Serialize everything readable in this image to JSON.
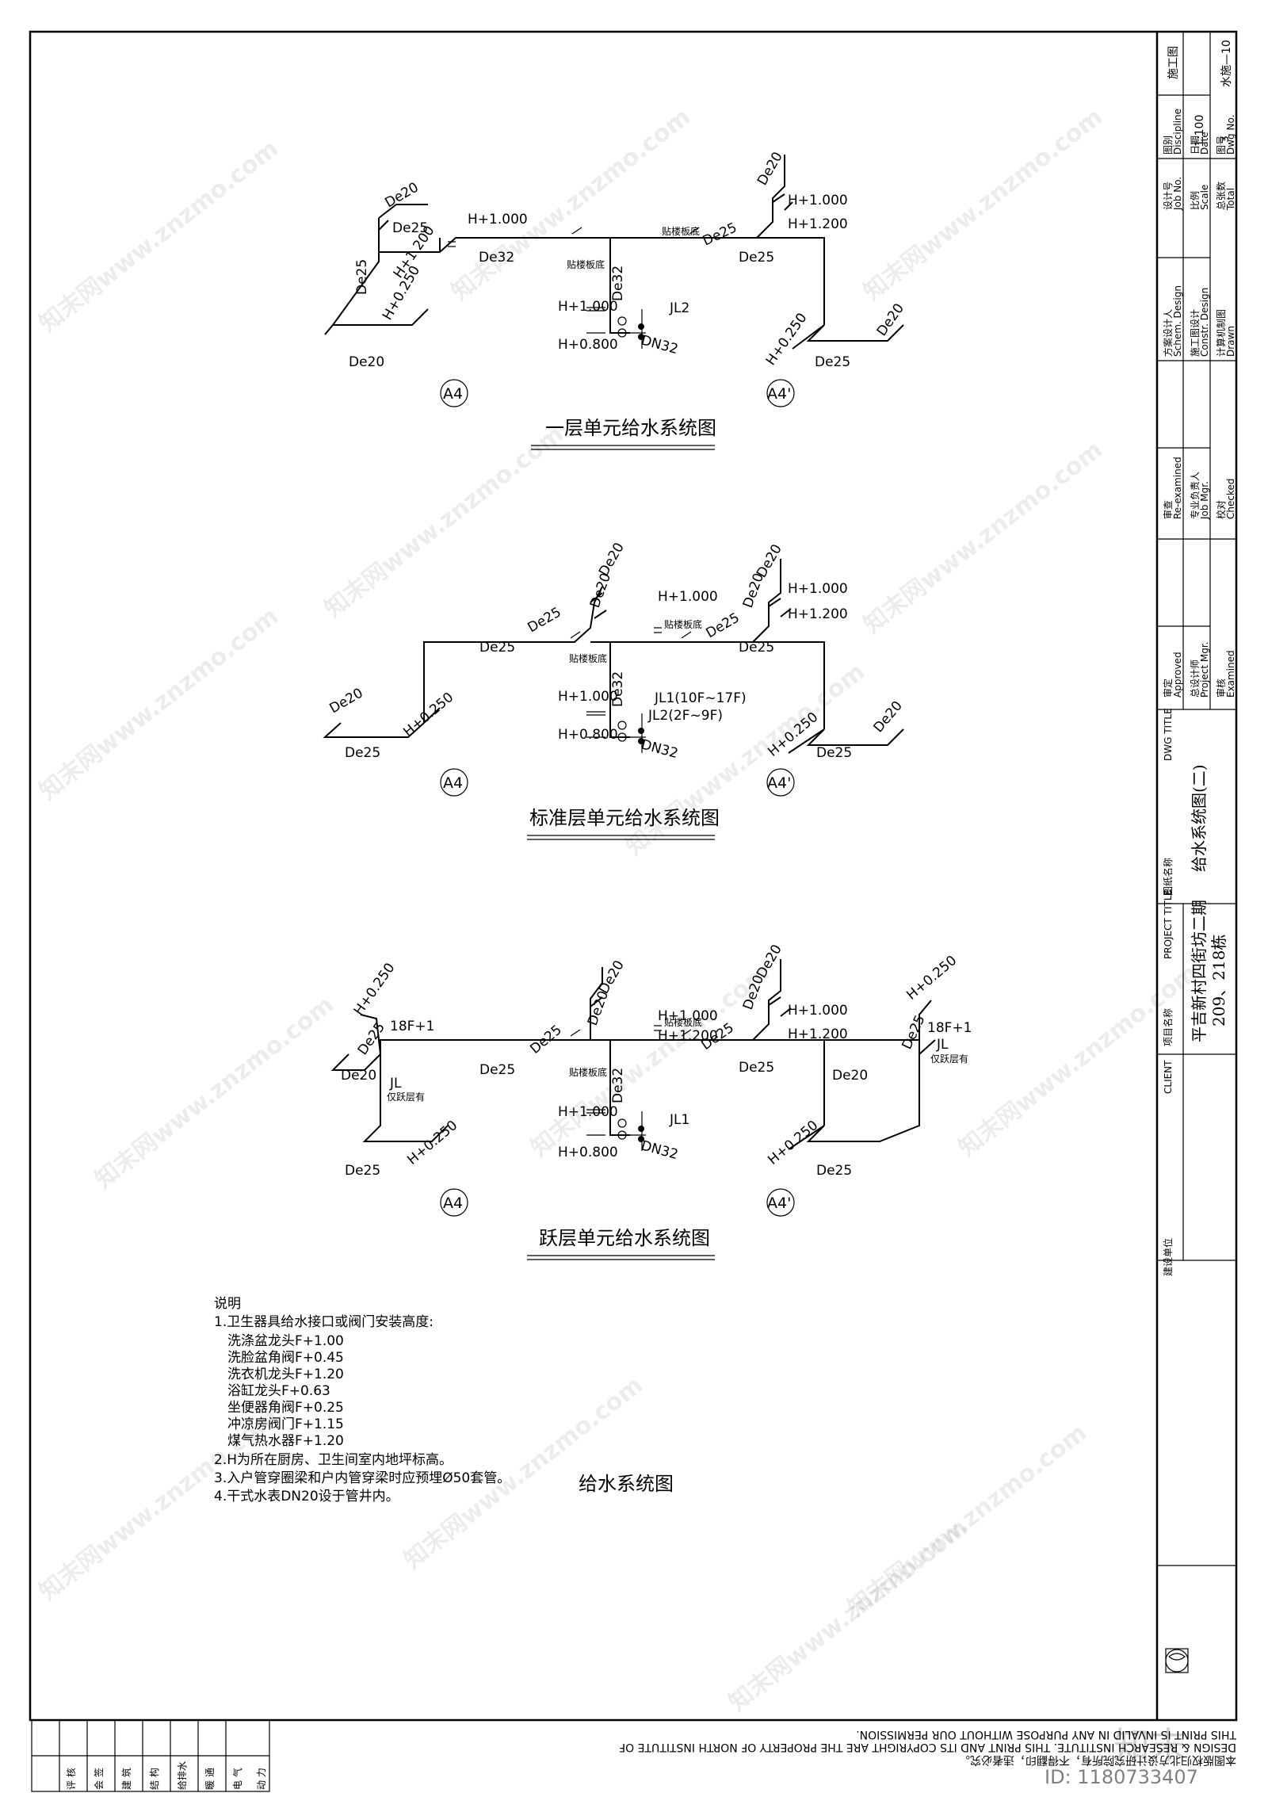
{
  "diagrams": [
    {
      "title": "一层单元给水系统图",
      "labels": {
        "de20_top": "De20",
        "de25_a": "De25",
        "h1000_a": "H+1.000",
        "h1200_a": "H+1.200",
        "de32_main": "De32",
        "de25_left_vert": "De25",
        "h0250_left": "H+0.250",
        "de20_bottom": "De20",
        "tie_ban_left": "贴楼板底",
        "de32_riser": "De32",
        "h1000_riser": "H+1.000",
        "h0800_riser": "H+0.800",
        "jl": "JL2",
        "dn": "DN32",
        "tie_ban_right": "贴楼板底",
        "de25_b": "De25",
        "de20_r_top": "De20",
        "h1000_b": "H+1.000",
        "h1200_b": "H+1.200",
        "de25_right_main": "De25",
        "h0250_right": "H+0.250",
        "de20_right": "De20",
        "de25_bottom_right": "De25"
      },
      "axis_left": "A4",
      "axis_right": "A4'"
    },
    {
      "title": "标准层单元给水系统图",
      "labels": {
        "de25_main_left": "De25",
        "de25_diag": "De25",
        "de20_top": "De20",
        "de20_mid": "De20",
        "h1000_a": "H+1.000",
        "tie_ban_left": "贴楼板底",
        "tie_ban_right": "贴楼板底",
        "de25_b": "De25",
        "de20_r_top": "De20",
        "de20_r_mid": "De20",
        "h1000_b": "H+1.000",
        "h1200_b": "H+1.200",
        "de25_right_main": "De25",
        "de32_riser": "De32",
        "h1000_riser": "H+1.000",
        "h0800_riser": "H+0.800",
        "jl1": "JL1(10F~17F)",
        "jl2": "JL2(2F~9F)",
        "dn": "DN32",
        "de20_left": "De20",
        "h0250_left": "H+0.250",
        "de25_bottom_left": "De25",
        "h0250_right": "H+0.250",
        "de20_right": "De20",
        "de25_bottom_right": "De25"
      },
      "axis_left": "A4",
      "axis_right": "A4'"
    },
    {
      "title": "跃层单元给水系统图",
      "labels": {
        "h0250_top_left": "H+0.250",
        "de25_left_vert": "De25",
        "f18_left": "18F+1",
        "de20_left": "De20",
        "jl_left": "JL",
        "only_left": "仅跃层有",
        "de25_main_left": "De25",
        "de25_diag": "De25",
        "de20_top": "De20",
        "de20_mid": "De20",
        "h1000_a": "H+1.000",
        "h1200_a": "H+1.200",
        "tie_ban_left": "贴楼板底",
        "tie_ban_right": "贴楼板底",
        "de25_b": "De25",
        "de20_r_top": "De20",
        "de20_r_mid": "De20",
        "h1000_b": "H+1.000",
        "h1200_b": "H+1.200",
        "de25_right_main": "De25",
        "de20_right_main": "De20",
        "h0250_top_right": "H+0.250",
        "de25_right_vert": "De25",
        "f18_right": "18F+1",
        "jl_right": "JL",
        "only_right": "仅跃层有",
        "de32_riser": "De32",
        "h1000_riser": "H+1.000",
        "h0800_riser": "H+0.800",
        "jl": "JL1",
        "dn": "DN32",
        "h0250_bottom_left": "H+0.250",
        "de25_bottom_left": "De25",
        "h0250_bottom_right": "H+0.250",
        "de25_bottom_right": "De25"
      },
      "axis_left": "A4",
      "axis_right": "A4'"
    }
  ],
  "notes": {
    "heading": "说明",
    "item1": "1.卫生器具给水接口或阀门安装高度:",
    "fixtures": [
      "洗涤盆龙头F+1.00",
      "洗脸盆角阀F+0.45",
      "洗衣机龙头F+1.20",
      "浴缸龙头F+0.63",
      "坐便器角阀F+0.25",
      "冲凉房阀门F+1.15",
      "煤气热水器F+1.20"
    ],
    "item2": "2.H为所在厨房、卫生间室内地坪标高。",
    "item3": "3.入户管穿圈梁和户内管穿梁时应预埋Ø50套管。",
    "item4": "4.干式水表DN20设于管井内。"
  },
  "drawing_title": "给水系统图",
  "title_block": {
    "discipline_cn": "图别",
    "discipline_en": "Discipline",
    "discipline_val": "施工图",
    "date_cn": "日期",
    "date_en": "Date",
    "dwg_no_cn": "图号",
    "dwg_no_en": "Dwg No.",
    "dwg_no_val": "水施—10",
    "job_no_cn": "设计号",
    "job_no_en": "Job No.",
    "scale_cn": "比例",
    "scale_en": "Scale",
    "scale_val": "1:100",
    "total_cn": "总张数",
    "total_en": "Total",
    "total_val": "3",
    "schem_cn": "方案设计人",
    "schem_en": "Schem. Design",
    "constr_cn": "施工图设计",
    "constr_en": "Constr. Design",
    "drawn_cn": "计算机制图",
    "drawn_en": "Drawn",
    "reexam_cn": "审查",
    "reexam_en": "Re-examined",
    "jobmgr_cn": "专业负责人",
    "jobmgr_en": "Job Mgr.",
    "checked_cn": "校对",
    "checked_en": "Checked",
    "approved_cn": "审定",
    "approved_en": "Approved",
    "projmgr_cn": "总设计师",
    "projmgr_en": "Project Mgr.",
    "examined_cn": "审核",
    "examined_en": "Examined",
    "dwg_title_label": "DWG TITLE",
    "dwg_title_cn": "图纸名称",
    "dwg_title_val": "给水系统图(二)",
    "project_title_label": "PROJECT TITLE",
    "project_title_cn": "项目名称",
    "project_title_val1": "平吉新村四街坊二期",
    "project_title_val2": "209、218栋",
    "client_label": "CLIENT",
    "client_cn": "建设单位"
  },
  "disclaimer": {
    "line1": "DESIGN & RESEARCH INSTITUTE. THIS PRINT AND ITS COPYRIGHT ARE THE PROPERTY OF NORTH INSTITUTE OF",
    "line2": "THIS PRINT IS INVALID IN ANY PURPOSE WITHOUT OUR PERMISSION.",
    "line3": "本图版权归北方设计研究院所有，不得翻印，违者必究。"
  },
  "sign_table": {
    "cols": [
      "评 核",
      "会 签",
      "建 筑",
      "结 构",
      "给排水",
      "暖 通",
      "电 气",
      "动 力"
    ]
  },
  "watermark": {
    "site": "知末网www.znzmo.com",
    "brand": "知末",
    "id": "ID: 1180733407"
  }
}
